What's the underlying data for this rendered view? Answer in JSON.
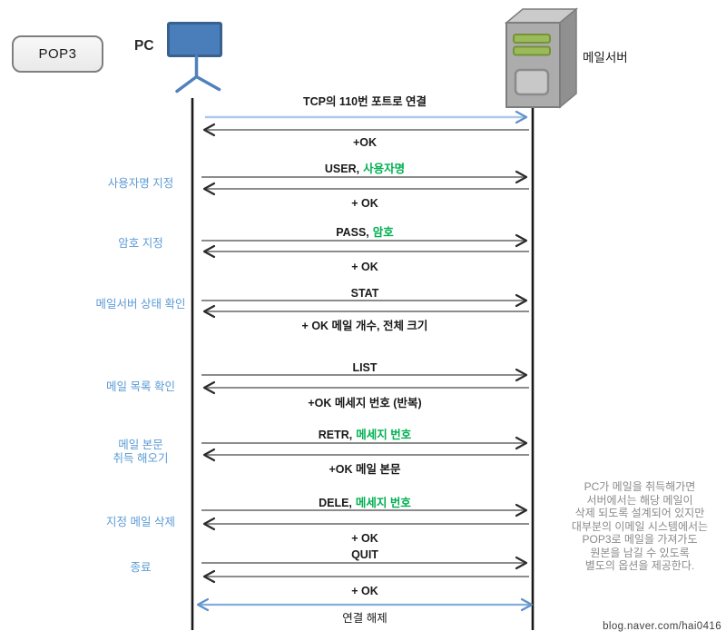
{
  "badge": {
    "label": "POP3"
  },
  "actors": {
    "pc": "PC",
    "server": "메일서버"
  },
  "stages": [
    {
      "label": "사용자명 지정"
    },
    {
      "label": "암호 지정"
    },
    {
      "label": "메일서버 상태 확인"
    },
    {
      "label": "메일 목록 확인"
    },
    {
      "label": "메일 본문\n취득 해오기"
    },
    {
      "label": "지정 메일 삭제"
    },
    {
      "label": "종료"
    }
  ],
  "messages": [
    {
      "text": "TCP의 110번 포트로 연결",
      "direction": "pc-to-server",
      "style": "blue"
    },
    {
      "text": "+OK",
      "direction": "server-to-pc"
    },
    {
      "text": "USER,",
      "highlight": "사용자명",
      "direction": "pc-to-server"
    },
    {
      "text": "+ OK",
      "direction": "server-to-pc"
    },
    {
      "text": "PASS,",
      "highlight": "암호",
      "direction": "pc-to-server"
    },
    {
      "text": "+ OK",
      "direction": "server-to-pc"
    },
    {
      "text": "STAT",
      "direction": "pc-to-server"
    },
    {
      "text": "+ OK 메일 개수, 전체 크기",
      "direction": "server-to-pc"
    },
    {
      "text": "LIST",
      "direction": "pc-to-server"
    },
    {
      "text": "+OK 메세지 번호 (반복)",
      "direction": "server-to-pc"
    },
    {
      "text": "RETR,",
      "highlight": "메세지 번호",
      "direction": "pc-to-server"
    },
    {
      "text": "+OK 메일 본문",
      "direction": "server-to-pc"
    },
    {
      "text": "DELE,",
      "highlight": "메세지 번호",
      "direction": "pc-to-server"
    },
    {
      "text": "+ OK",
      "direction": "server-to-pc"
    },
    {
      "text": "QUIT",
      "direction": "pc-to-server"
    },
    {
      "text": "+ OK",
      "direction": "server-to-pc"
    },
    {
      "text": "연결 해제",
      "direction": "bidirectional",
      "style": "blue"
    }
  ],
  "note": {
    "text": "PC가 메일을 취득해가면\n서버에서는 해당 메일이\n삭제 되도록 설계되어 있지만\n대부분의 이메일 시스템에서는\nPOP3로 메일을 가져가도\n원본을 남길 수 있도록\n별도의 옵션을 제공한다."
  },
  "watermark": "blog.naver.com/hai0416",
  "colors": {
    "stage_label_blue": "#5B9BD5",
    "highlight_green": "#00B050",
    "pale_blue_arrow": "#ADC9EA",
    "blue_arrow": "#84ADDE",
    "gray_arrow": "#8C8C8C",
    "pc_icon_blue": "#4A7EBB",
    "server_led_green": "#9BBB59"
  }
}
